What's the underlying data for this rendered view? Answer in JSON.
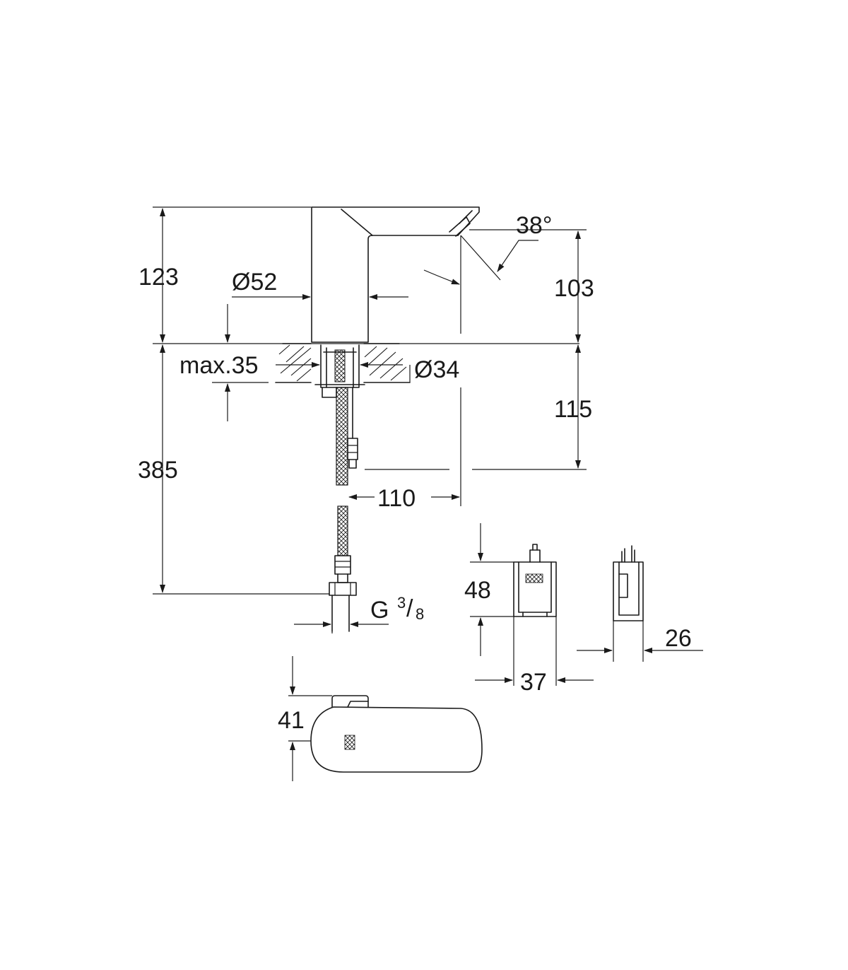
{
  "dimensions": {
    "height_spout": "123",
    "spout_diameter": "Ø52",
    "spray_angle": "38°",
    "outlet_height": "103",
    "max_thickness": "max.35",
    "hole_diameter": "Ø34",
    "below_deck": "115",
    "total_length": "385",
    "projection": "110",
    "thread_main": "G",
    "thread_num": "3",
    "thread_sep": "/",
    "thread_den": "8",
    "box_height": "48",
    "box_width": "37",
    "box_depth": "26",
    "battery_height": "41"
  }
}
